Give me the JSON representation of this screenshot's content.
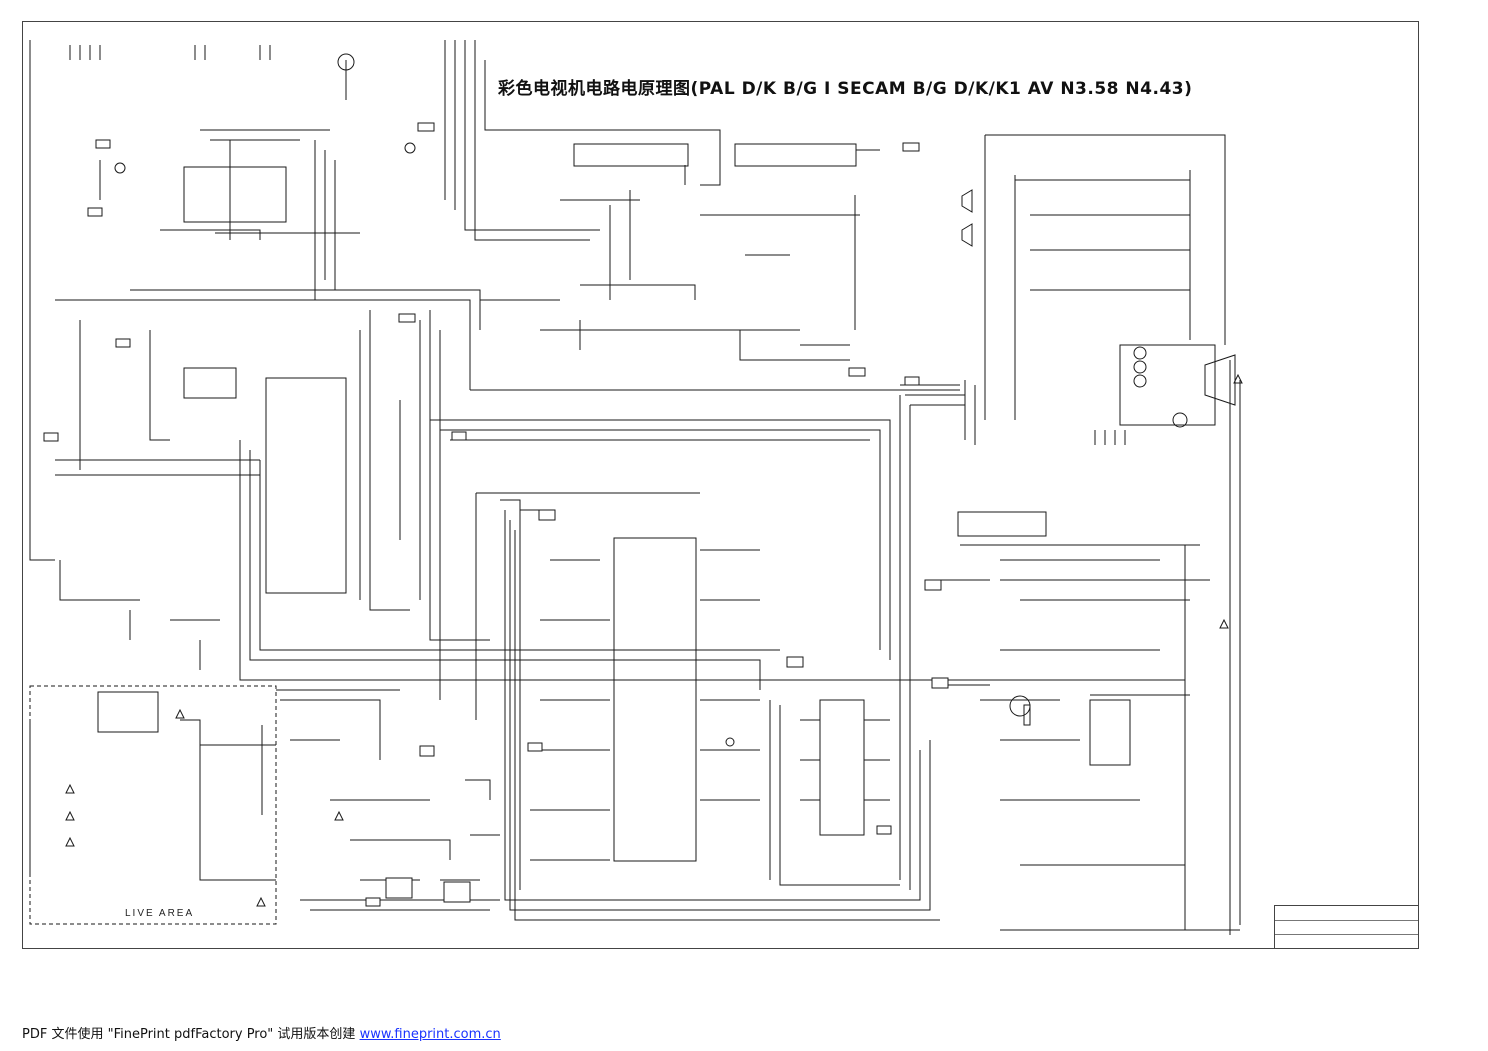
{
  "document": {
    "title": "彩色电视机电路电原理图(PAL D/K B/G I  SECAM B/G D/K/K1  AV N3.58 N4.43)",
    "live_area_label": "LIVE AREA",
    "footer": {
      "prefix": "PDF 文件使用 \"FinePrint pdfFactory Pro\" 试用版本创建 ",
      "link": "www.fineprint.com.cn"
    }
  },
  "colors": {
    "line": "#1a1a1a",
    "frame": "#444444",
    "link": "#1a33ff"
  }
}
